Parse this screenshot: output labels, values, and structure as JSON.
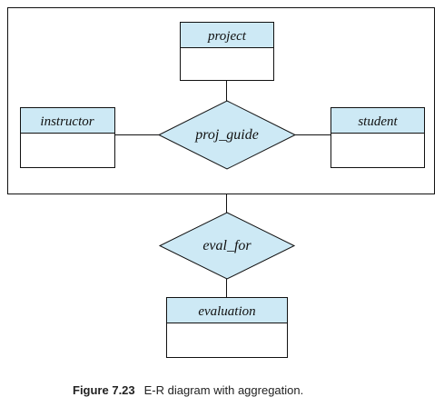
{
  "colors": {
    "entity_header_fill": "#cde9f5",
    "line": "#111111",
    "background": "#ffffff"
  },
  "entities": {
    "project": "project",
    "instructor": "instructor",
    "student": "student",
    "evaluation": "evaluation"
  },
  "relationships": {
    "proj_guide": "proj_guide",
    "eval_for": "eval_for"
  },
  "caption": {
    "figure_number": "Figure 7.23",
    "text": "E-R diagram with aggregation."
  }
}
